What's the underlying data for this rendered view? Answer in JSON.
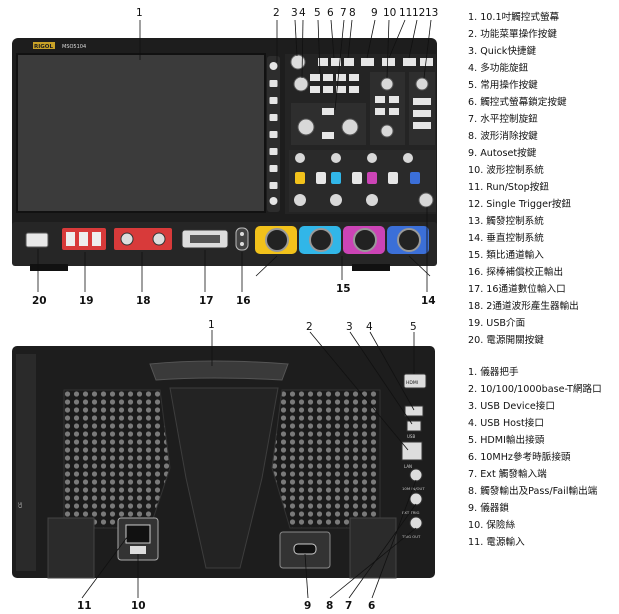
{
  "front_panel": {
    "callout_numbers": [
      "1",
      "2",
      "3",
      "4",
      "5",
      "6",
      "7",
      "8",
      "9",
      "10",
      "11",
      "12",
      "13",
      "14",
      "15",
      "16",
      "17",
      "18",
      "19",
      "20"
    ],
    "legend": [
      "1. 10.1吋觸控式螢幕",
      "2. 功能菜單操作按鍵",
      "3. Quick快捷鍵",
      "4. 多功能旋鈕",
      "5. 常用操作按鍵",
      "6. 觸控式螢幕鎖定按鍵",
      "7. 水平控制旋鈕",
      "8. 波形消除按鍵",
      "9. Autoset按鍵",
      "10. 波形控制系統",
      "11. Run/Stop按鈕",
      "12. Single Trigger按鈕",
      "13. 觸發控制系統",
      "14. 垂直控制系統",
      "15. 類比通道輸入",
      "16. 探棒補償校正輸出",
      "17. 16通道數位輸入口",
      "18. 2通道波形產生器輸出",
      "19. USB介面",
      "20. 電源開關按鍵"
    ],
    "brand_text": "RIGOL",
    "model_text": "MSO5104"
  },
  "rear_panel": {
    "callout_numbers": [
      "1",
      "2",
      "3",
      "4",
      "5",
      "6",
      "7",
      "8",
      "9",
      "10",
      "11"
    ],
    "legend": [
      "1. 儀器把手",
      "2. 10/100/1000base-T網路口",
      "3. USB Device接口",
      "4. USB Host接口",
      "5. HDMI輸出接頭",
      "6. 10MHz參考時脈接頭",
      "7. Ext 觸發輸入端",
      "8. 觸發輸出及Pass/Fail輸出端",
      "9. 儀器鎖",
      "10. 保險絲",
      "11. 電源輸入"
    ],
    "port_labels": [
      "HDMI",
      "10M IN/OUT",
      "EXT TRIG",
      "TRIG OUT",
      "LAN",
      "USB"
    ]
  },
  "colors": {
    "body": "#1d1d1d",
    "screen": "#3b3b3b",
    "ch1": "#f2c21b",
    "ch2": "#31b6e8",
    "ch3": "#cc44b6",
    "ch4": "#3b6fd8",
    "wavegen": "#d83a3a",
    "brand_bg": "#c9a227"
  }
}
